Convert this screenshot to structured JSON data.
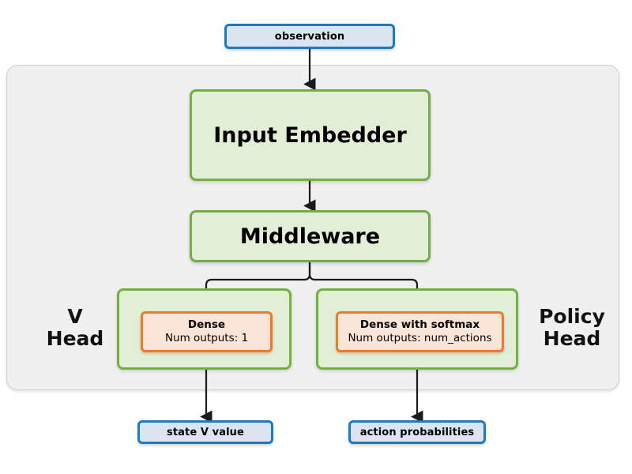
{
  "diagram": {
    "title_nodes": {
      "observation": "observation",
      "input_embedder": "Input Embedder",
      "middleware": "Middleware",
      "state_v_value": "state V value",
      "action_probabilities": "action probabilities"
    },
    "heads": {
      "v_head_label_line1": "V",
      "v_head_label_line2": "Head",
      "policy_head_label_line1": "Policy",
      "policy_head_label_line2": "Head"
    },
    "dense_v": {
      "title": "Dense",
      "subtitle": "Num outputs: 1"
    },
    "dense_policy": {
      "title": "Dense with softmax",
      "subtitle": "Num outputs: num_actions"
    },
    "colors": {
      "io_fill": "#dbe5f1",
      "io_border": "#1f7ac4",
      "module_fill": "#e3eed6",
      "module_border": "#76ab4a",
      "head_border": "#73b13f",
      "dense_fill": "#fae5d6",
      "dense_border": "#ec7c2b",
      "frame_fill": "#f0f0f0",
      "frame_border": "#cfcfcf",
      "wire": "#1a1a1a"
    }
  }
}
